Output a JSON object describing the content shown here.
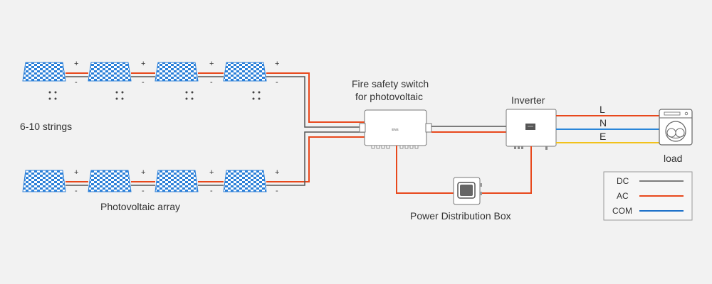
{
  "labels": {
    "strings": "6-10 strings",
    "array": "Photovoltaic array",
    "switch_line1": "Fire safety switch",
    "switch_line2": "for photovoltaic",
    "inverter": "Inverter",
    "pdb": "Power Distribution Box",
    "load": "load",
    "switch_badge": "ENS"
  },
  "phases": {
    "l": "L",
    "n": "N",
    "e": "E"
  },
  "signs": {
    "plus": "+",
    "minus": "-"
  },
  "legend": [
    {
      "label": "DC",
      "color": "#555555"
    },
    {
      "label": "AC",
      "color": "#e8481c"
    },
    {
      "label": "COM",
      "color": "#1a6fc9"
    }
  ],
  "colors": {
    "dc": "#555555",
    "ac": "#e8481c",
    "neutral": "#2a86d9",
    "earth": "#f2c21b",
    "panel_blue": "#2a7fd8"
  }
}
